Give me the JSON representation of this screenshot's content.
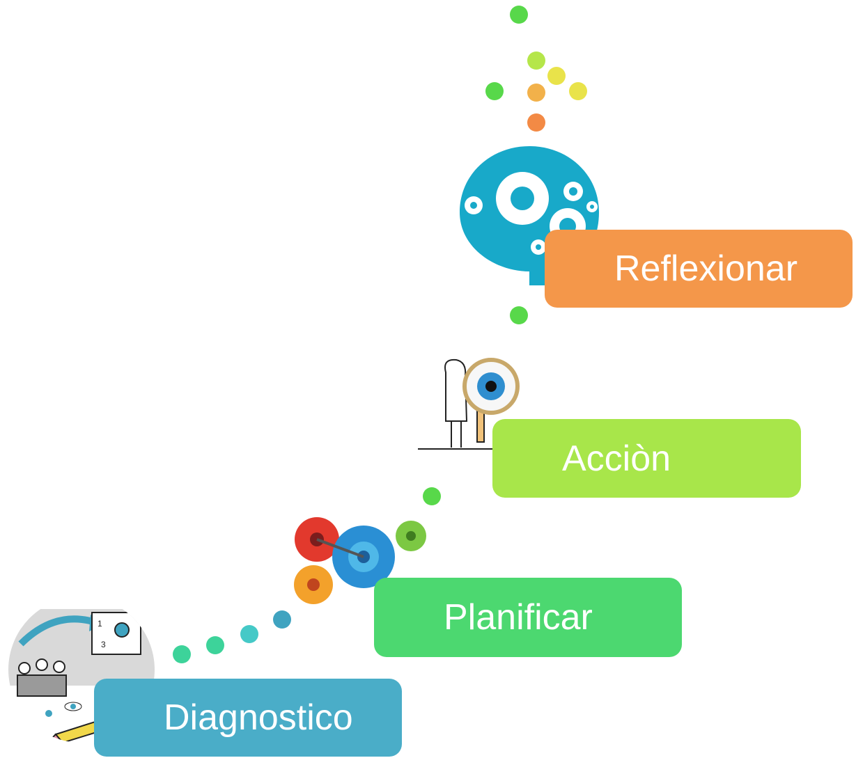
{
  "steps": [
    {
      "label": "Diagnostico",
      "color": "#4aadc8",
      "icon": "classroom-sketch-icon"
    },
    {
      "label": "Planificar",
      "color": "#4cd870",
      "icon": "gears-icon"
    },
    {
      "label": "Acciòn",
      "color": "#a8e64a",
      "icon": "magnifier-man-icon"
    },
    {
      "label": "Reflexionar",
      "color": "#f4974a",
      "icon": "brain-gears-icon"
    }
  ],
  "dot_colors": {
    "teal_dark": "#3fa3c0",
    "teal": "#45c9c7",
    "green_teal": "#3dd39a",
    "green": "#58d84a",
    "lime": "#b5e64a",
    "yellow": "#e9e34a",
    "orange_light": "#f2b14a",
    "orange": "#f38a45"
  }
}
